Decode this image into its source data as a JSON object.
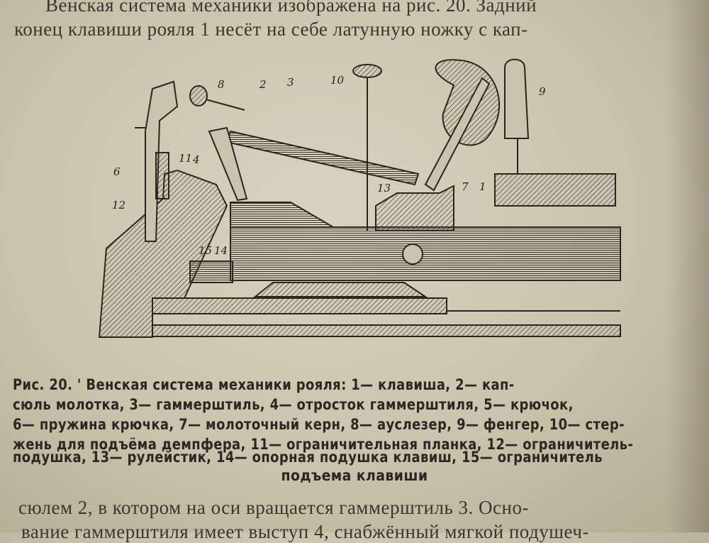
{
  "top_text": [
    "Венская система механики изображена на рис. 20. Задний",
    "конец клавиши рояля 1 несёт на себе латунную ножку с кап-"
  ],
  "figure": {
    "labels": [
      "1",
      "2",
      "3",
      "4",
      "6",
      "7",
      "8",
      "9",
      "10",
      "11",
      "12",
      "13",
      "14",
      "15"
    ]
  },
  "caption": [
    "Рис. 20. ' Венская система механики рояля: 1— клавиша, 2— кап-",
    "сюль молотка, 3— гаммерштиль, 4— отросток гаммерштиля, 5— крючок,",
    "6— пружина крючка, 7— молоточный керн, 8— ауслезер, 9— фенгер, 10— стер-",
    "жень для подъёма демпфера, 11— ограничительная планка, 12— ограничитель-",
    "подушка, 13— рулейстик, 14— опорная подушка клавиш, 15— ограничитель",
    "подъема клавиши"
  ],
  "bottom_text": [
    "сюлем 2, в котором на оси вращается гаммерштиль 3. Осно-",
    "вание гаммерштиля имеет выступ 4, снабжённый мягкой подушеч-"
  ]
}
